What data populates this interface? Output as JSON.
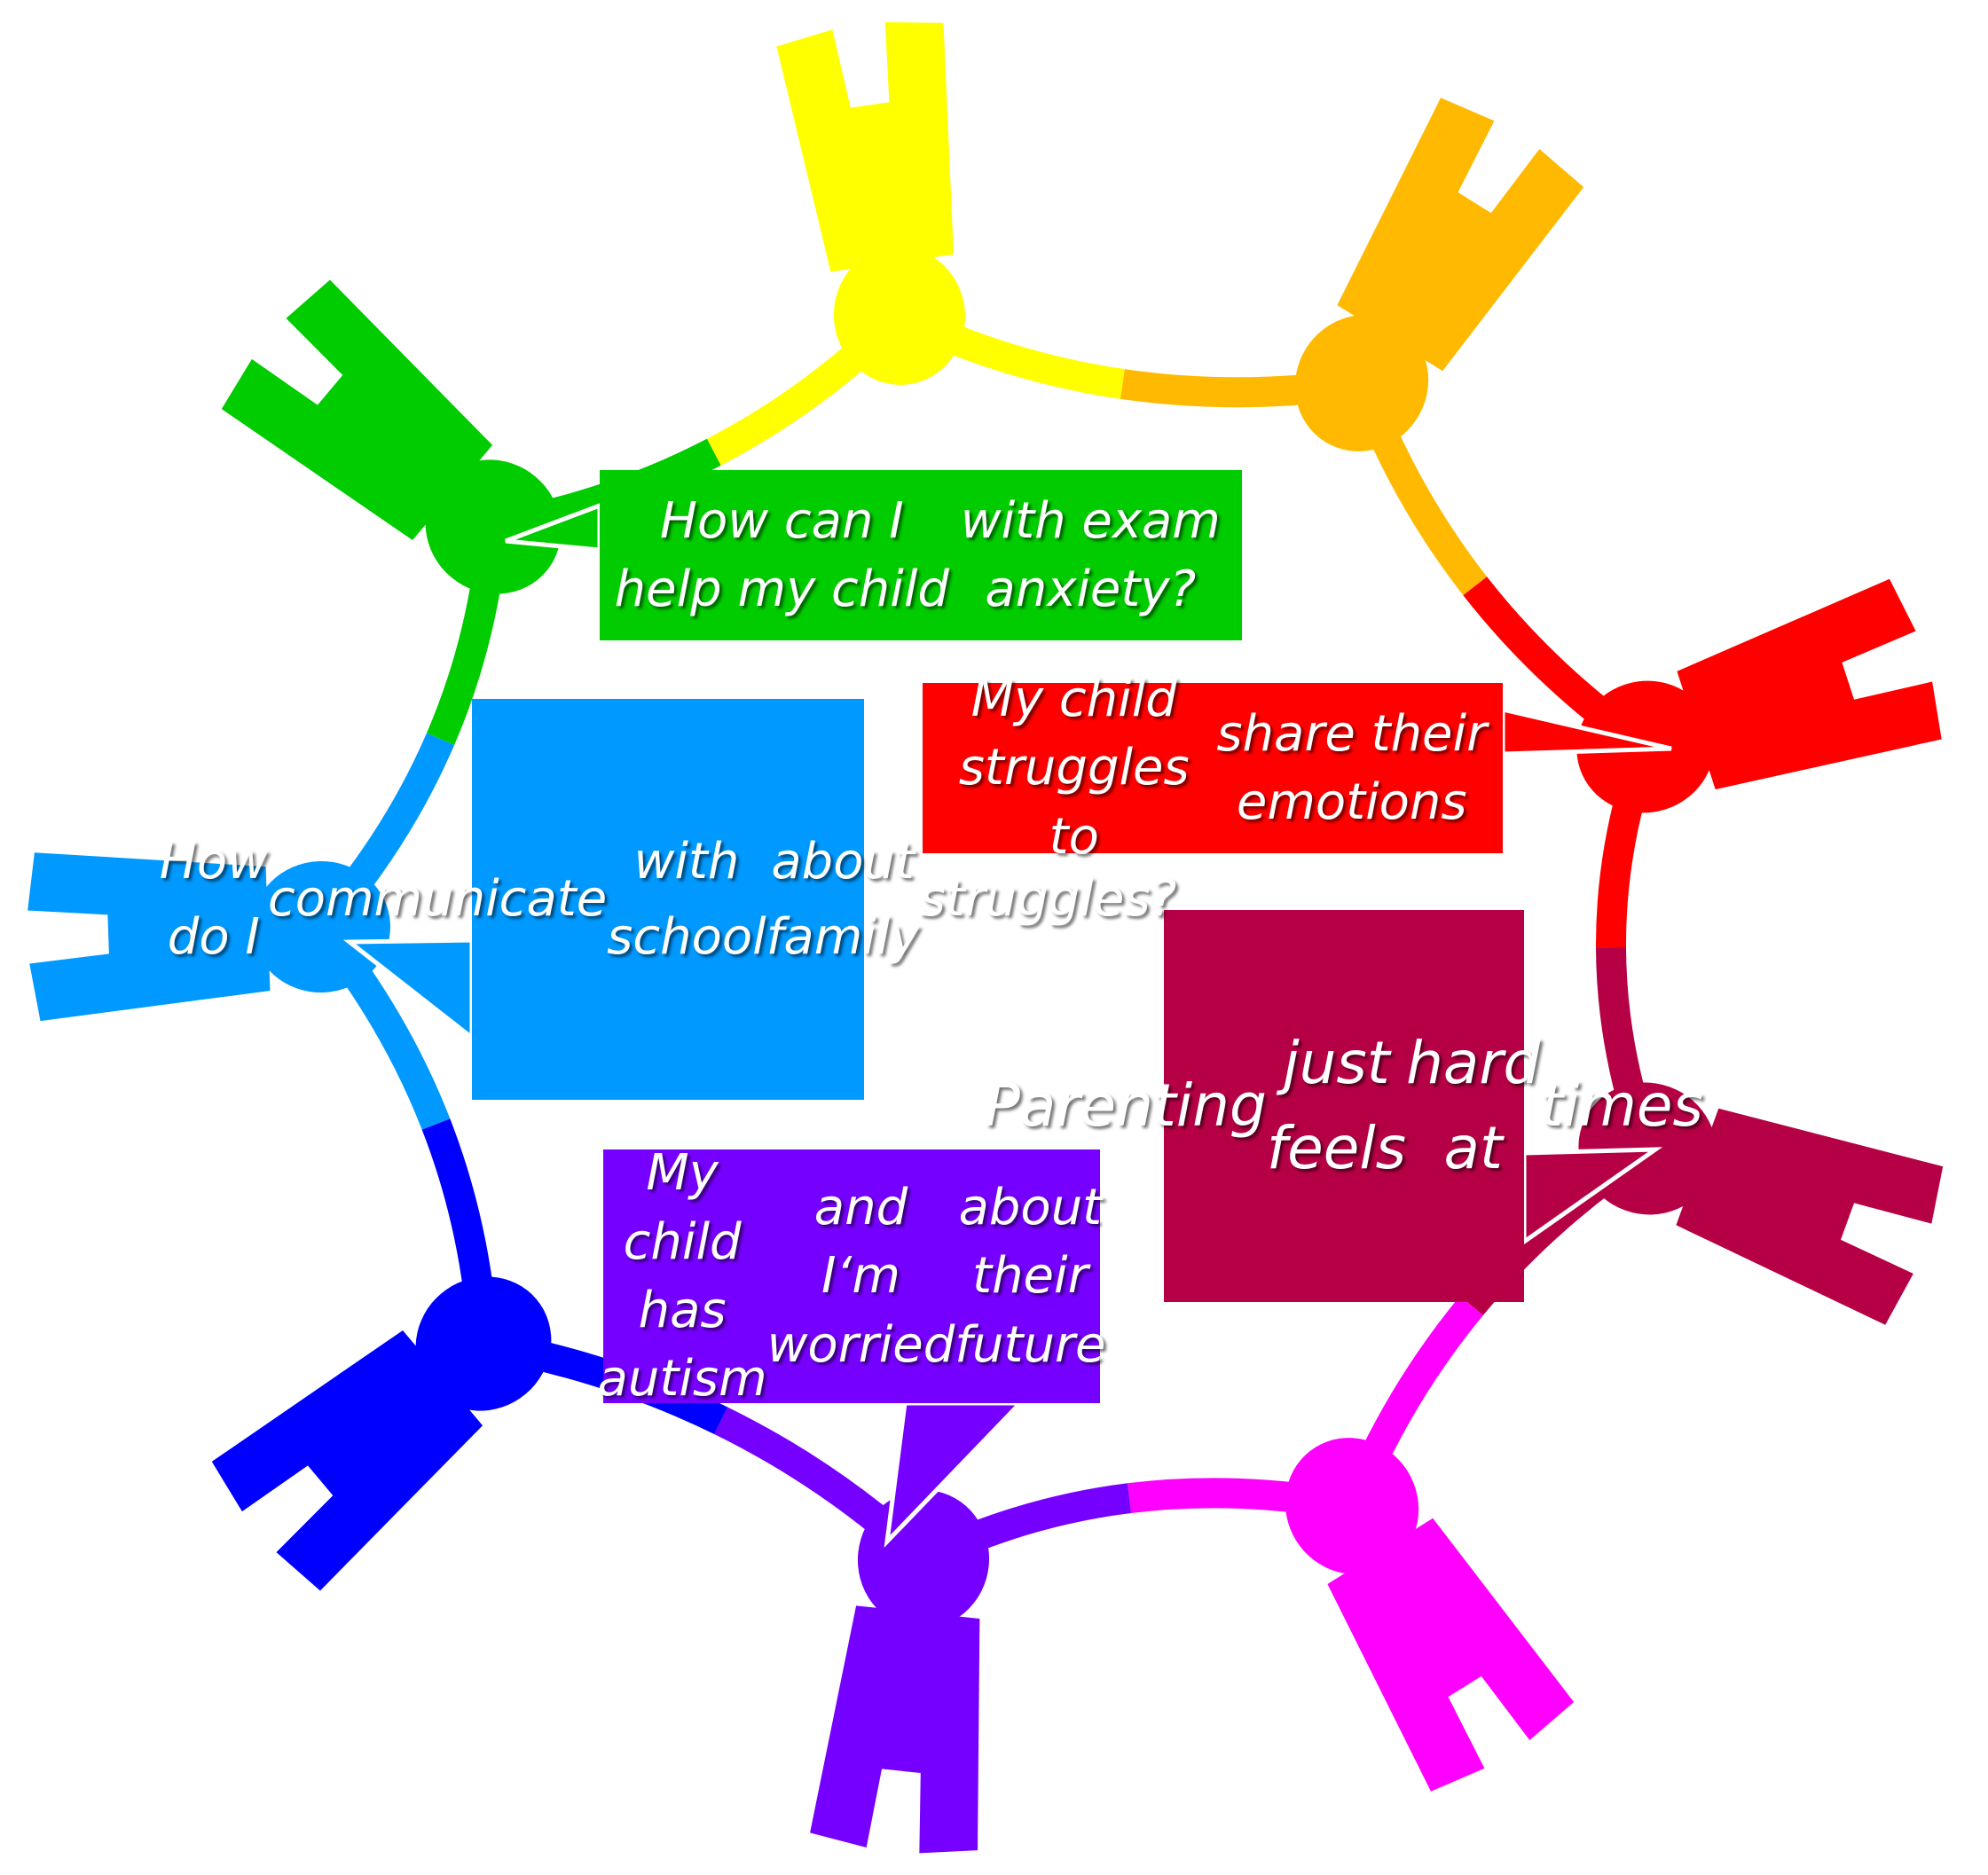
{
  "figures": [
    {
      "id": "yellow",
      "color": "#ffff00"
    },
    {
      "id": "orange",
      "color": "#ffb900"
    },
    {
      "id": "red",
      "color": "#ff0000"
    },
    {
      "id": "maroon",
      "color": "#b60045"
    },
    {
      "id": "magenta",
      "color": "#ff00ff"
    },
    {
      "id": "purple",
      "color": "#7600ff"
    },
    {
      "id": "blue",
      "color": "#0000ff"
    },
    {
      "id": "lightblue",
      "color": "#0099ff"
    },
    {
      "id": "green",
      "color": "#00cc00"
    }
  ],
  "bubbles": {
    "exam_anxiety": {
      "lines": [
        "How can I help my child",
        "with exam anxiety?"
      ],
      "color": "#00cc00"
    },
    "share_emotions": {
      "lines": [
        "My child struggles to",
        "share their emotions"
      ],
      "color": "#ff0000"
    },
    "communicate_school": {
      "lines": [
        "How do I",
        "communicate",
        "with school",
        "about family",
        "struggles?"
      ],
      "color": "#0099ff"
    },
    "parenting_hard": {
      "lines": [
        "Parenting",
        "just feels",
        "hard at",
        "times"
      ],
      "color": "#b60045"
    },
    "autism_future": {
      "lines": [
        "My child has autism",
        "and I‘m worried",
        "about their future"
      ],
      "color": "#7600ff"
    }
  }
}
